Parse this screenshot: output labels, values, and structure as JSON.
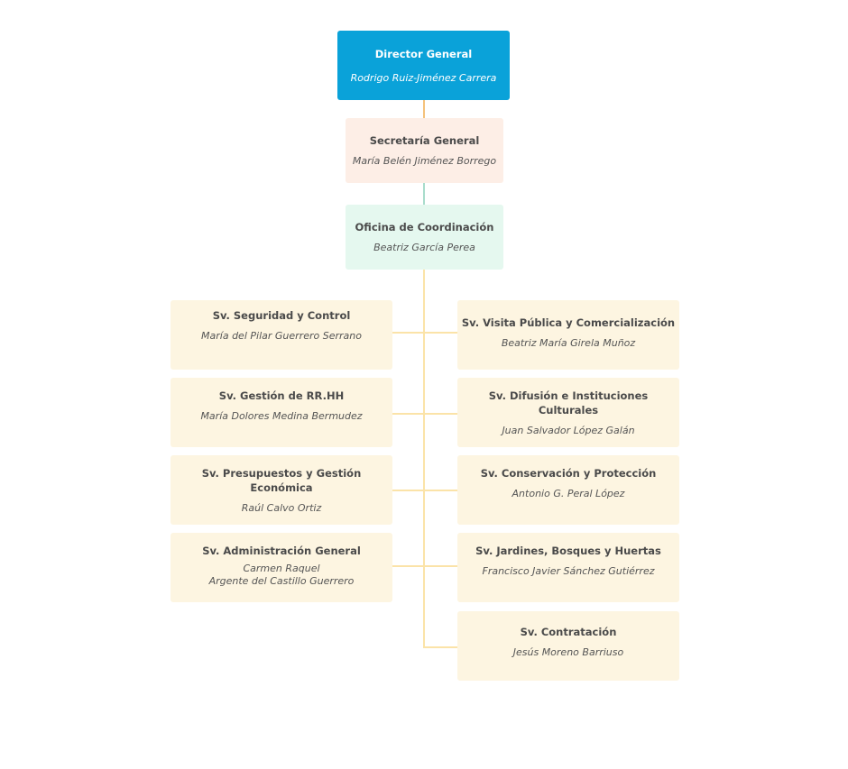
{
  "colors": {
    "director": "#0aa2d9",
    "secretaria": "#fdeee6",
    "oficina": "#e5f8ef",
    "service": "#fdf5e1",
    "connector_orange": "#f4c27b",
    "connector_teal": "#a8dccb",
    "connector_yellow": "#fbe3a8"
  },
  "director": {
    "title": "Director General",
    "name": "Rodrigo Ruiz-Jiménez Carrera"
  },
  "secretaria": {
    "title": "Secretaría General",
    "name": "María Belén Jiménez Borrego"
  },
  "oficina": {
    "title": "Oficina de Coordinación",
    "name": "Beatriz García Perea"
  },
  "left_services": [
    {
      "title": "Sv. Seguridad y Control",
      "name": "María del Pilar Guerrero Serrano"
    },
    {
      "title": "Sv. Gestión de RR.HH",
      "name": "María Dolores Medina Bermudez"
    },
    {
      "title": "Sv. Presupuestos y Gestión Económica",
      "name": "Raúl Calvo Ortiz"
    },
    {
      "title": "Sv. Administración General",
      "name_line1": "Carmen Raquel",
      "name_line2": "Argente del Castillo Guerrero"
    }
  ],
  "right_services": [
    {
      "title": "Sv. Visita Pública y Comercialización",
      "name": "Beatriz María Girela Muñoz"
    },
    {
      "title": "Sv. Difusión e Instituciones Culturales",
      "name": "Juan Salvador López Galán"
    },
    {
      "title": "Sv. Conservación y Protección",
      "name": "Antonio G. Peral López"
    },
    {
      "title": "Sv. Jardines, Bosques y Huertas",
      "name": "Francisco Javier Sánchez Gutiérrez"
    },
    {
      "title": "Sv. Contratación",
      "name": "Jesús Moreno Barriuso"
    }
  ]
}
